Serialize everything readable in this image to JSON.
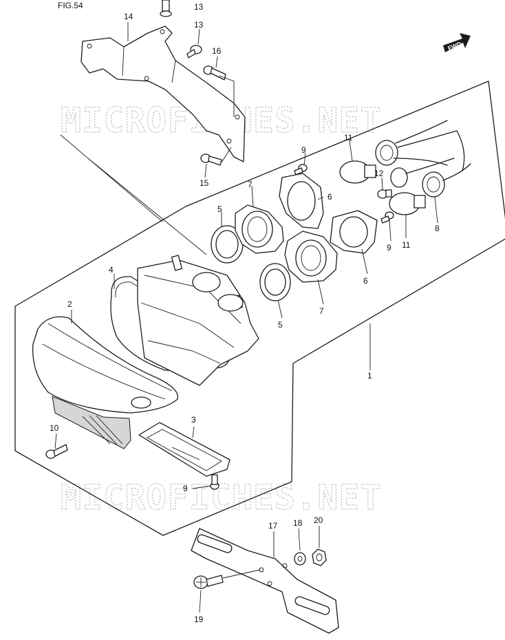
{
  "figure": {
    "header_fragment": "FIG.54",
    "direction_badge": "FWD",
    "watermark": "MICROFICHES.NET"
  },
  "callouts": {
    "c1": "1",
    "c2": "2",
    "c3": "3",
    "c4": "4",
    "c5a": "5",
    "c5b": "5",
    "c6a": "6",
    "c6b": "6",
    "c7a": "7",
    "c7b": "7",
    "c8": "8",
    "c9a": "9",
    "c9b": "9",
    "c9c": "9",
    "c10": "10",
    "c11a": "11",
    "c11b": "11",
    "c12": "12",
    "c13": "13",
    "c13top": "13",
    "c14": "14",
    "c15": "15",
    "c16": "16",
    "c17": "17",
    "c18": "18",
    "c19": "19",
    "c20": "20"
  }
}
